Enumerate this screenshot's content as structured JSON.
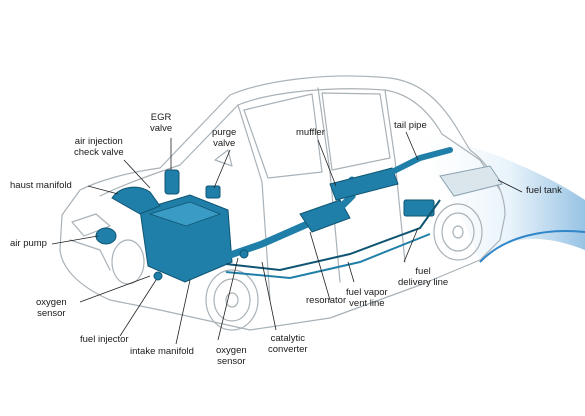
{
  "diagram": {
    "labels": {
      "egr_valve": "EGR\nvalve",
      "air_injection_check_valve": "air injection\ncheck valve",
      "purge_valve": "purge\nvalve",
      "muffler": "muffler",
      "tail_pipe": "tail pipe",
      "exhaust_manifold": "haust manifold",
      "fuel_tank": "fuel tank",
      "air_pump": "air pump",
      "oxygen_sensor_front": "oxygen\nsensor",
      "fuel_injector": "fuel injector",
      "intake_manifold": "intake manifold",
      "oxygen_sensor_rear": "oxygen\nsensor",
      "catalytic_converter": "catalytic\nconverter",
      "resonator": "resonator",
      "fuel_vapor_vent_line": "fuel vapor\nvent line",
      "fuel_delivery_line": "fuel\ndelivery line"
    },
    "colors": {
      "component": "#1f7fa8",
      "component_dark": "#0f5573",
      "car_outline": "#a9b2b8",
      "leader_line": "#222222",
      "swoosh": "#2f86c9"
    }
  }
}
